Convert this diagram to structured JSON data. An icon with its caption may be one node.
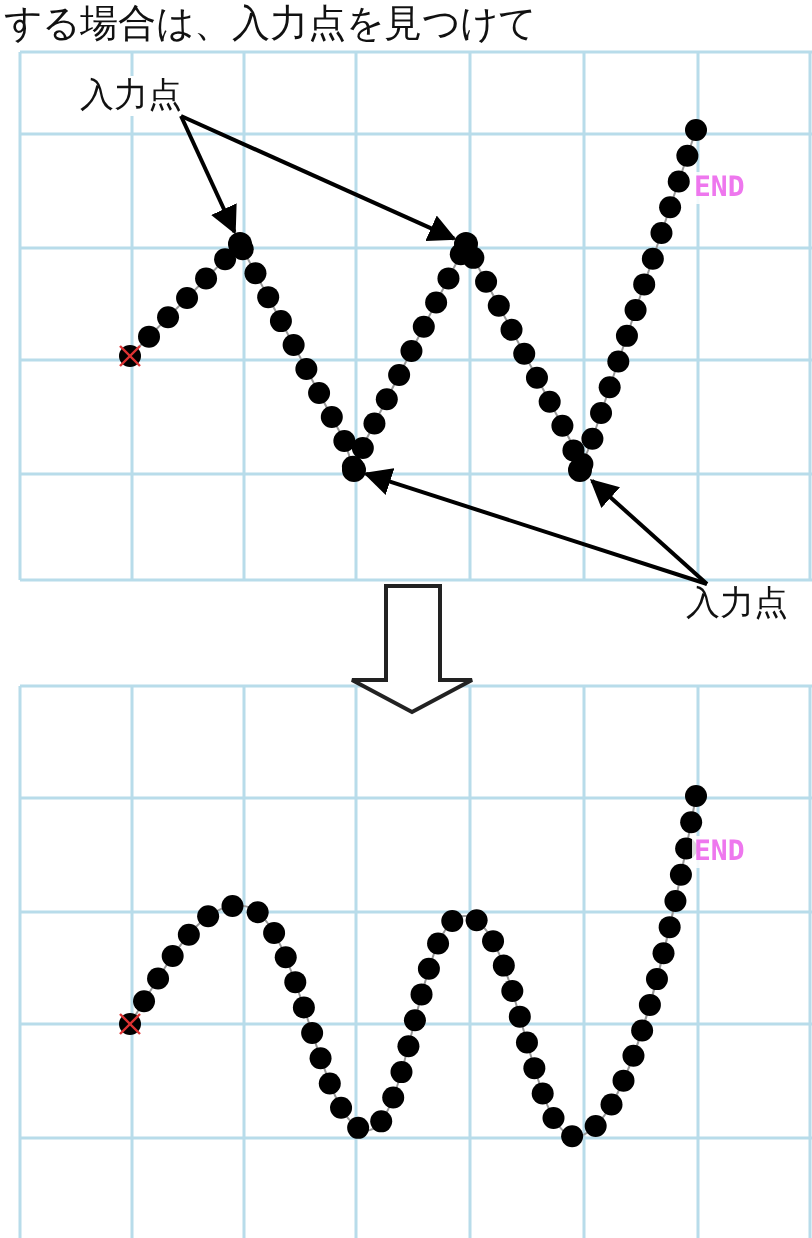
{
  "diagram": {
    "nodes": [
      {
        "text": [
          "入力点"
        ]
      },
      {
        "text": [],
        "shape": "circle"
      },
      {
        "text": [],
        "shape": "circle"
      },
      {
        "text": [
          "入力点"
        ]
      },
      {
        "text": [],
        "shape": "circle"
      },
      {
        "text": [],
        "shape": "circle"
      }
    ],
    "edges": [
      {
        "from": 0,
        "to": 1,
        "arrow": "to"
      },
      {
        "from": 0,
        "to": 2,
        "arrow": "to"
      },
      {
        "from": 3,
        "to": 4,
        "arrow": "to"
      },
      {
        "from": 3,
        "to": 5,
        "arrow": "to"
      }
    ],
    "labels": [
      "する場合は、入力点を見つけて",
      "END",
      "END"
    ]
  }
}
